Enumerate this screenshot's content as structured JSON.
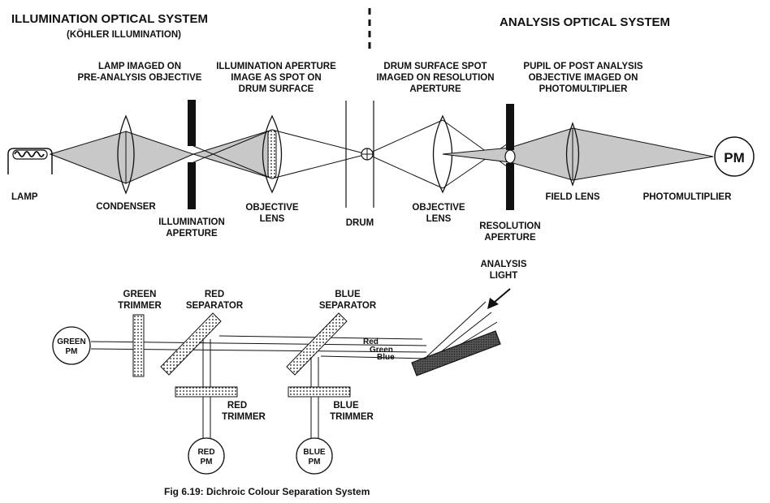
{
  "headings": {
    "left_title": "ILLUMINATION OPTICAL SYSTEM",
    "left_subtitle": "(KÖHLER ILLUMINATION)",
    "right_title": "ANALYSIS OPTICAL SYSTEM"
  },
  "callouts": {
    "lamp_imaged": [
      "LAMP IMAGED ON",
      "PRE-ANALYSIS OBJECTIVE"
    ],
    "illum_aperture_image": [
      "ILLUMINATION APERTURE",
      "IMAGE AS SPOT ON",
      "DRUM SURFACE"
    ],
    "drum_spot": [
      "DRUM SURFACE SPOT",
      "IMAGED ON RESOLUTION",
      "APERTURE"
    ],
    "pupil": [
      "PUPIL OF POST ANALYSIS",
      "OBJECTIVE IMAGED ON",
      "PHOTOMULTIPLIER"
    ]
  },
  "components": {
    "lamp": [
      "LAMP"
    ],
    "condenser": [
      "CONDENSER"
    ],
    "illumination_aperture": [
      "ILLUMINATION",
      "APERTURE"
    ],
    "objective_lens_1": [
      "OBJECTIVE",
      "LENS"
    ],
    "drum": [
      "DRUM"
    ],
    "objective_lens_2": [
      "OBJECTIVE",
      "LENS"
    ],
    "resolution_aperture": [
      "RESOLUTION",
      "APERTURE"
    ],
    "field_lens": [
      "FIELD LENS"
    ],
    "photomultiplier": [
      "PHOTOMULTIPLIER"
    ],
    "pm_circle": "PM"
  },
  "separation": {
    "analysis_light": [
      "ANALYSIS",
      "LIGHT"
    ],
    "green_trimmer": [
      "GREEN",
      "TRIMMER"
    ],
    "red_separator": [
      "RED",
      "SEPARATOR"
    ],
    "blue_separator": [
      "BLUE",
      "SEPARATOR"
    ],
    "red_trimmer": [
      "RED",
      "TRIMMER"
    ],
    "blue_trimmer": [
      "BLUE",
      "TRIMMER"
    ],
    "green_pm": [
      "GREEN",
      "PM"
    ],
    "red_pm": [
      "RED",
      "PM"
    ],
    "blue_pm": [
      "BLUE",
      "PM"
    ],
    "beam_red": "Red",
    "beam_green": "Green",
    "beam_blue": "Blue"
  },
  "caption": "Fig 6.19: Dichroic Colour Separation System"
}
